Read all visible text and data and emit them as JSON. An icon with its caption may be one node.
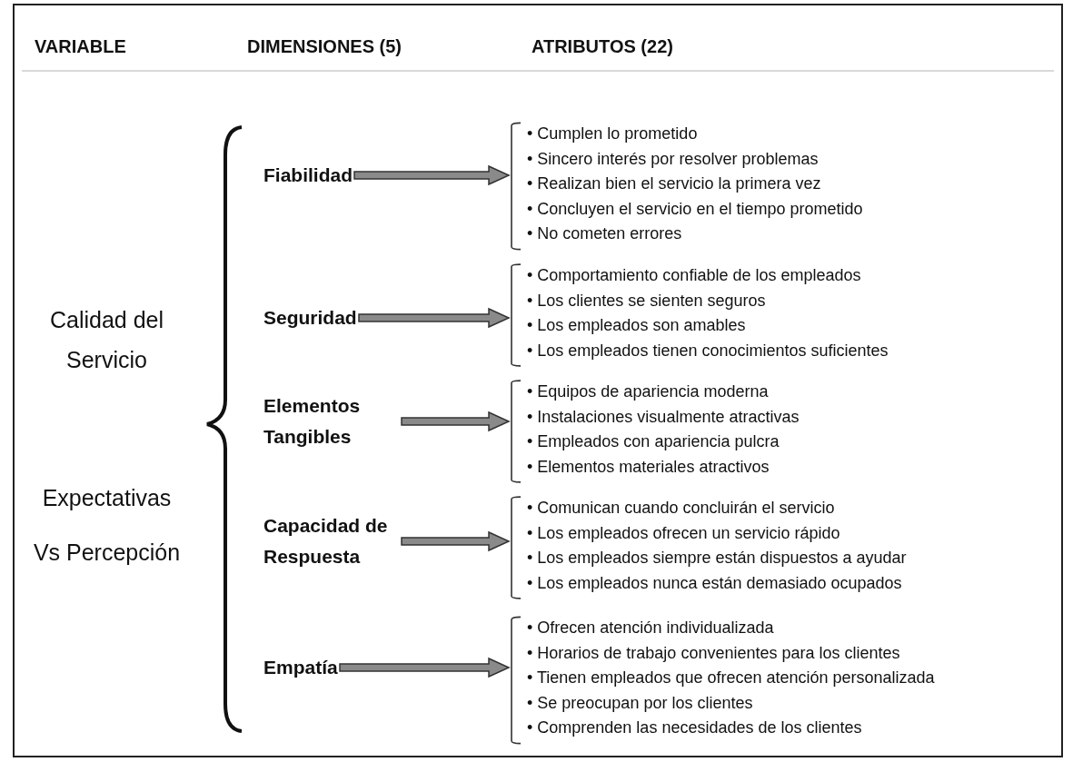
{
  "diagram": {
    "nodes": [
      {
        "text": [
          "Fiabilidad"
        ]
      },
      {
        "text": [
          "Seguridad"
        ]
      },
      {
        "text": [
          "Elementos Tangibles"
        ]
      },
      {
        "text": [
          "Capacidad de Respuesta"
        ]
      },
      {
        "text": [
          "Empatía"
        ]
      },
      {
        "text": [
          "• Cumplen lo prometido",
          "• Sincero interés por resolver problemas",
          "• Realizan bien el servicio la primera vez",
          "• Concluyen el servicio en el tiempo prometido",
          "• No cometen errores"
        ]
      },
      {
        "text": [
          "• Comportamiento confiable de los empleados",
          "• Los clientes se sienten seguros",
          "• Los empleados son amables",
          "• Los empleados tienen conocimientos suficientes"
        ]
      },
      {
        "text": [
          "• Equipos de apariencia moderna",
          "• Instalaciones visualmente atractivas",
          "• Empleados con apariencia pulcra",
          "• Elementos materiales atractivos"
        ]
      },
      {
        "text": [
          "• Comunican cuando concluirán el servicio",
          "• Los empleados ofrecen un servicio rápido",
          "• Los empleados siempre están dispuestos a ayudar",
          "• Los empleados nunca están demasiado ocupados"
        ]
      },
      {
        "text": [
          "• Ofrecen atención individualizada",
          "• Horarios de trabajo convenientes para los clientes",
          "• Tienen empleados que ofrecen atención personalizada",
          "• Se preocupan por los clientes",
          "• Comprenden las necesidades de los clientes"
        ]
      }
    ],
    "edges": [
      {
        "from": 0,
        "to": 5,
        "arrow": "to",
        "style": "thick"
      },
      {
        "from": 1,
        "to": 6,
        "arrow": "to",
        "style": "thick"
      },
      {
        "from": 2,
        "to": 7,
        "arrow": "to",
        "style": "thick"
      },
      {
        "from": 3,
        "to": 8,
        "arrow": "to",
        "style": "thick"
      },
      {
        "from": 4,
        "to": 9,
        "arrow": "to",
        "style": "thick"
      }
    ],
    "labels": [
      "VARIABLE",
      "DIMENSIONES (5)",
      "ATRIBUTOS (22)",
      "Calidad del Servicio",
      "Expectativas Vs Percepción"
    ]
  }
}
